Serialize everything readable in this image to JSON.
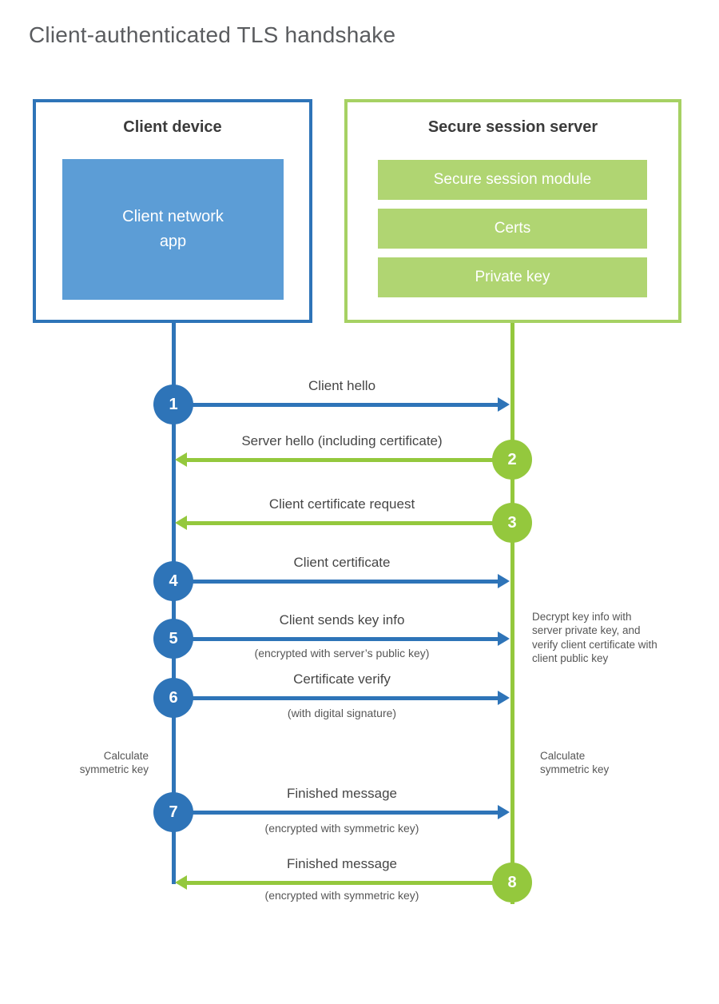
{
  "title": "Client-authenticated TLS handshake",
  "colors": {
    "blue": "#2e74b8",
    "blue_light": "#5c9dd6",
    "green": "#94c83d",
    "green_light": "#b0d572",
    "green_border": "#a6d163"
  },
  "client": {
    "title": "Client device",
    "app_label": "Client network app"
  },
  "server": {
    "title": "Secure session server",
    "modules": [
      {
        "label": "Secure session module"
      },
      {
        "label": "Certs"
      },
      {
        "label": "Private key"
      }
    ]
  },
  "steps": [
    {
      "num": "1",
      "from": "client",
      "to": "server",
      "label": "Client hello"
    },
    {
      "num": "2",
      "from": "server",
      "to": "client",
      "label": "Server hello (including certificate)"
    },
    {
      "num": "3",
      "from": "server",
      "to": "client",
      "label": "Client certificate request"
    },
    {
      "num": "4",
      "from": "client",
      "to": "server",
      "label": "Client certificate"
    },
    {
      "num": "5",
      "from": "client",
      "to": "server",
      "label": "Client sends key info",
      "sub": "(encrypted with server’s public key)"
    },
    {
      "num": "6",
      "from": "client",
      "to": "server",
      "label": "Certificate verify",
      "sub": "(with digital signature)"
    },
    {
      "num": "7",
      "from": "client",
      "to": "server",
      "label": "Finished message",
      "sub": "(encrypted with symmetric key)"
    },
    {
      "num": "8",
      "from": "server",
      "to": "client",
      "label": "Finished message",
      "sub": "(encrypted with symmetric key)"
    }
  ],
  "notes": {
    "decrypt": "Decrypt key info with server private key, and verify client certificate with client public key",
    "calc_left": "Calculate symmetric key",
    "calc_right": "Calculate symmetric key"
  }
}
